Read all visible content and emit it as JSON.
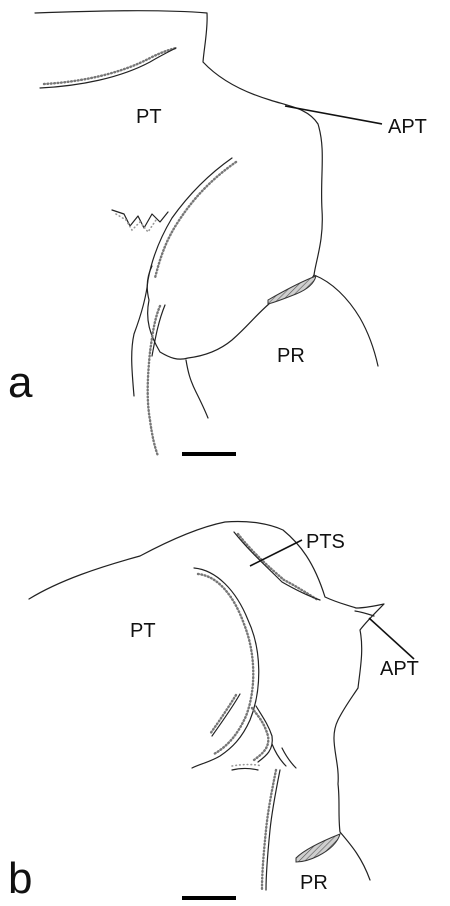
{
  "panel_a": {
    "panel_letter": "a",
    "labels": {
      "pt": "PT",
      "apt": "APT",
      "pr": "PR"
    }
  },
  "panel_b": {
    "panel_letter": "b",
    "labels": {
      "pts": "PTS",
      "pt": "PT",
      "apt": "APT",
      "pr": "PR"
    }
  },
  "colors": {
    "line": "#222222",
    "stipple": "#777777",
    "hatch": "#666666"
  }
}
